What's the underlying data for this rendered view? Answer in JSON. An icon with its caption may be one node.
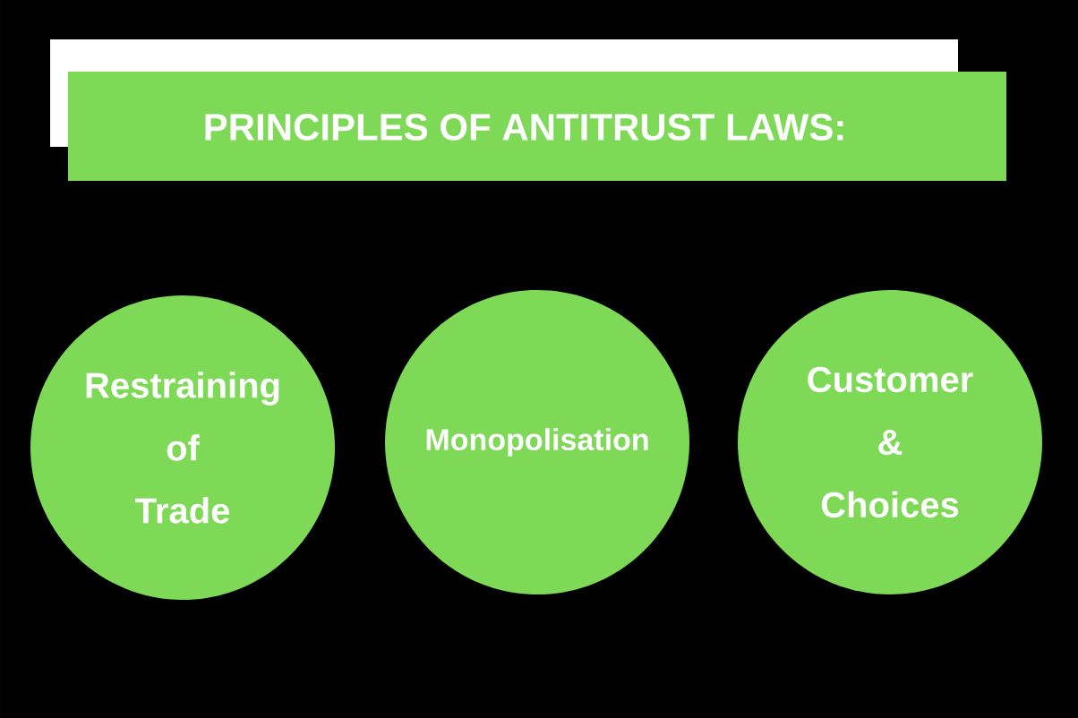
{
  "diagram": {
    "title": "PRINCIPLES OF ANTITRUST LAWS:",
    "nodes": [
      {
        "text": [
          "Restraining of Trade"
        ]
      },
      {
        "text": [
          "Monopolisation"
        ]
      },
      {
        "text": [
          "Customer & Choices"
        ]
      }
    ]
  }
}
